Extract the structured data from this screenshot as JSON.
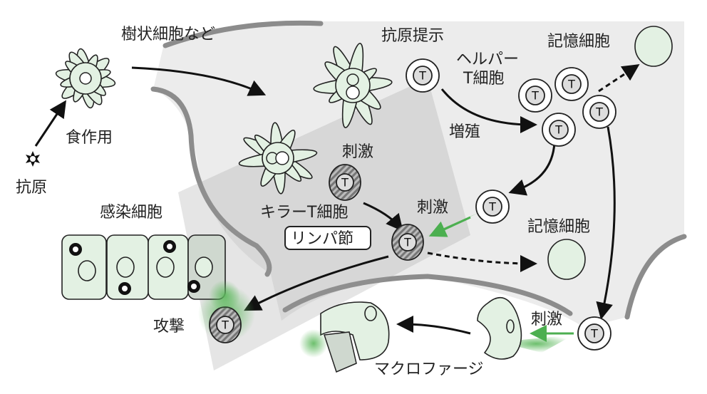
{
  "labels": {
    "dendritic": "樹状細胞など",
    "phagocytosis": "食作用",
    "antigen": "抗原",
    "presentation": "抗原提示",
    "helper_l1": "ヘルパー",
    "helper_l2": "T細胞",
    "memory_top": "記憶細胞",
    "proliferation": "増殖",
    "stim1": "刺激",
    "killer": "キラーT細胞",
    "lymph": "リンパ節",
    "stim2": "刺激",
    "memory_mid": "記憶細胞",
    "infected": "感染細胞",
    "attack": "攻撃",
    "stim3": "刺激",
    "macrophage": "マクロファージ"
  },
  "t_letter": "T",
  "colors": {
    "region": "#ececec",
    "boundary": "#8c8c8c",
    "cell": "#e3f1e3",
    "green": "#5cb85c"
  }
}
